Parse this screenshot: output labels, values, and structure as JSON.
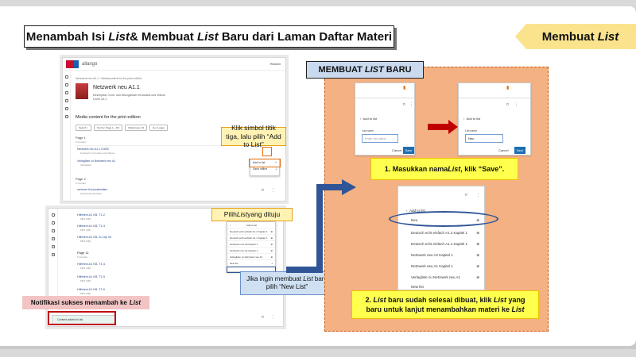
{
  "slide": {
    "title_prefix": "Menambah Isi ",
    "title_list1": "List",
    "title_middle": " & Membuat ",
    "title_list2": "List",
    "title_suffix": " Baru dari Laman Daftar Materi",
    "badge_prefix": "Membuat",
    "badge_list": "List"
  },
  "screenshot1": {
    "brand": "allango",
    "topbar_right": "Reneer",
    "breadcrumb": "Netzwerk neu A1.1 › Mediacontent for the print edition",
    "book_title": "Netzwerk neu A1.1",
    "book_desc": "Description: Kurs- und Übungsbuch mit Audios und Videos",
    "book_level": "Level: A1.1",
    "section_title": "Media content for the print edition",
    "filters": [
      "Search ⌕",
      "Sort by: Page 1 - 231",
      "Media type: All",
      "Go to page"
    ],
    "page1_label": "Page 1",
    "page1_count": "3 Content",
    "page1_items": [
      {
        "title": "Netzwerk neu A1.1 KUBS",
        "sub": "Kursbuch mit Audios und Videos"
      },
      {
        "title": "Verlagliste zu Netzwerk neu A1",
        "sub": "Verlagliste"
      }
    ],
    "page2_label": "Page 2",
    "page2_count": "1 Content",
    "page2_items": [
      {
        "title": "mehrere Kursmaterialien",
        "sub": "Kursbuchmaterialien"
      }
    ],
    "menu_items": [
      "Add to list",
      "Save offline"
    ]
  },
  "callouts": {
    "three_dots": "Klik simbol titik tiga, lalu pilih “Add to List”",
    "choose_prefix": "Pilih ",
    "choose_list": "List",
    "choose_suffix": " yang dituju",
    "new_list_line1_prefix": "Jika ingin membuat ",
    "new_list_line1_list": "List",
    "new_list_line1_suffix": " baru",
    "new_list_line2": "pilih “New List”",
    "notif_prefix": "Notifikasi sukses menambah ke",
    "notif_list": "List"
  },
  "screenshot2": {
    "items": [
      {
        "title": "Hilfetext A1 KB, T1.2",
        "sub": "MP3 (KB)"
      },
      {
        "title": "Hilfetext A1 KB, T1.3",
        "sub": "MP3 (KB)"
      },
      {
        "title": "Hilfetext A1 KB, B-Clip 03",
        "sub": "MP4 (KB)"
      }
    ],
    "page_label": "Page 11",
    "page_count": "3 Content",
    "items2": [
      {
        "title": "Hilfetext A1 KB, T1.4",
        "sub": "MP3 (KB)"
      },
      {
        "title": "Hilfetext A1 KB, T1.5",
        "sub": "MP3 (KB)"
      },
      {
        "title": "Hilfetext A1 KB, T1.6",
        "sub": "MP3 (KB)"
      }
    ],
    "dropdown_header": "Add to list",
    "dropdown_items": [
      "Deutsch echt einfach A1.2 Kapitel 1",
      "Deutsch echt einfach A1.1 Kapitel 1",
      "Netzwerk neu A2 Kapitel 1",
      "Netzwerk neu A1 Kapitel 1",
      "Verlagliste zu Netzwerk neu A1"
    ],
    "dropdown_new": "New list",
    "toast": "Content added to list"
  },
  "right_panel": {
    "label_prefix": "MEMBUAT",
    "label_list": "LIST",
    "label_suffix": "BARU",
    "dialog_header": "Add to list",
    "dialog_label": "List name",
    "dialog_placeholder": "Enter list name",
    "dialog2_value": "Neu",
    "cancel": "Cancel",
    "save": "Save",
    "step1_prefix": "1. Masukkan nama ",
    "step1_list": "List",
    "step1_suffix": ", klik “Save”.",
    "step2_a": "2. ",
    "step2_list1": "List",
    "step2_b": " baru sudah selesai dibuat, klik ",
    "step2_list2": "List",
    "step2_c": " yang",
    "step2_d": "baru untuk lanjut menambahkan materi ke ",
    "step2_list3": "List",
    "dialog3_header": "Add to list",
    "dialog3_items": [
      "Neu",
      "Deutsch echt einfach A1.2 Kapitel 1",
      "Deutsch echt einfach A1.1 Kapitel 1",
      "Netzwerk neu A2 Kapitel 1",
      "Netzwerk neu A1 Kapitel 1",
      "Verlagliste zu Netzwerk neu A1"
    ],
    "dialog3_new": "New list"
  },
  "colors": {
    "accent_orange": "#e36c0a",
    "panel_bg": "#f4b183",
    "brand_red": "#c8102e",
    "save_blue": "#1e6fb0"
  }
}
